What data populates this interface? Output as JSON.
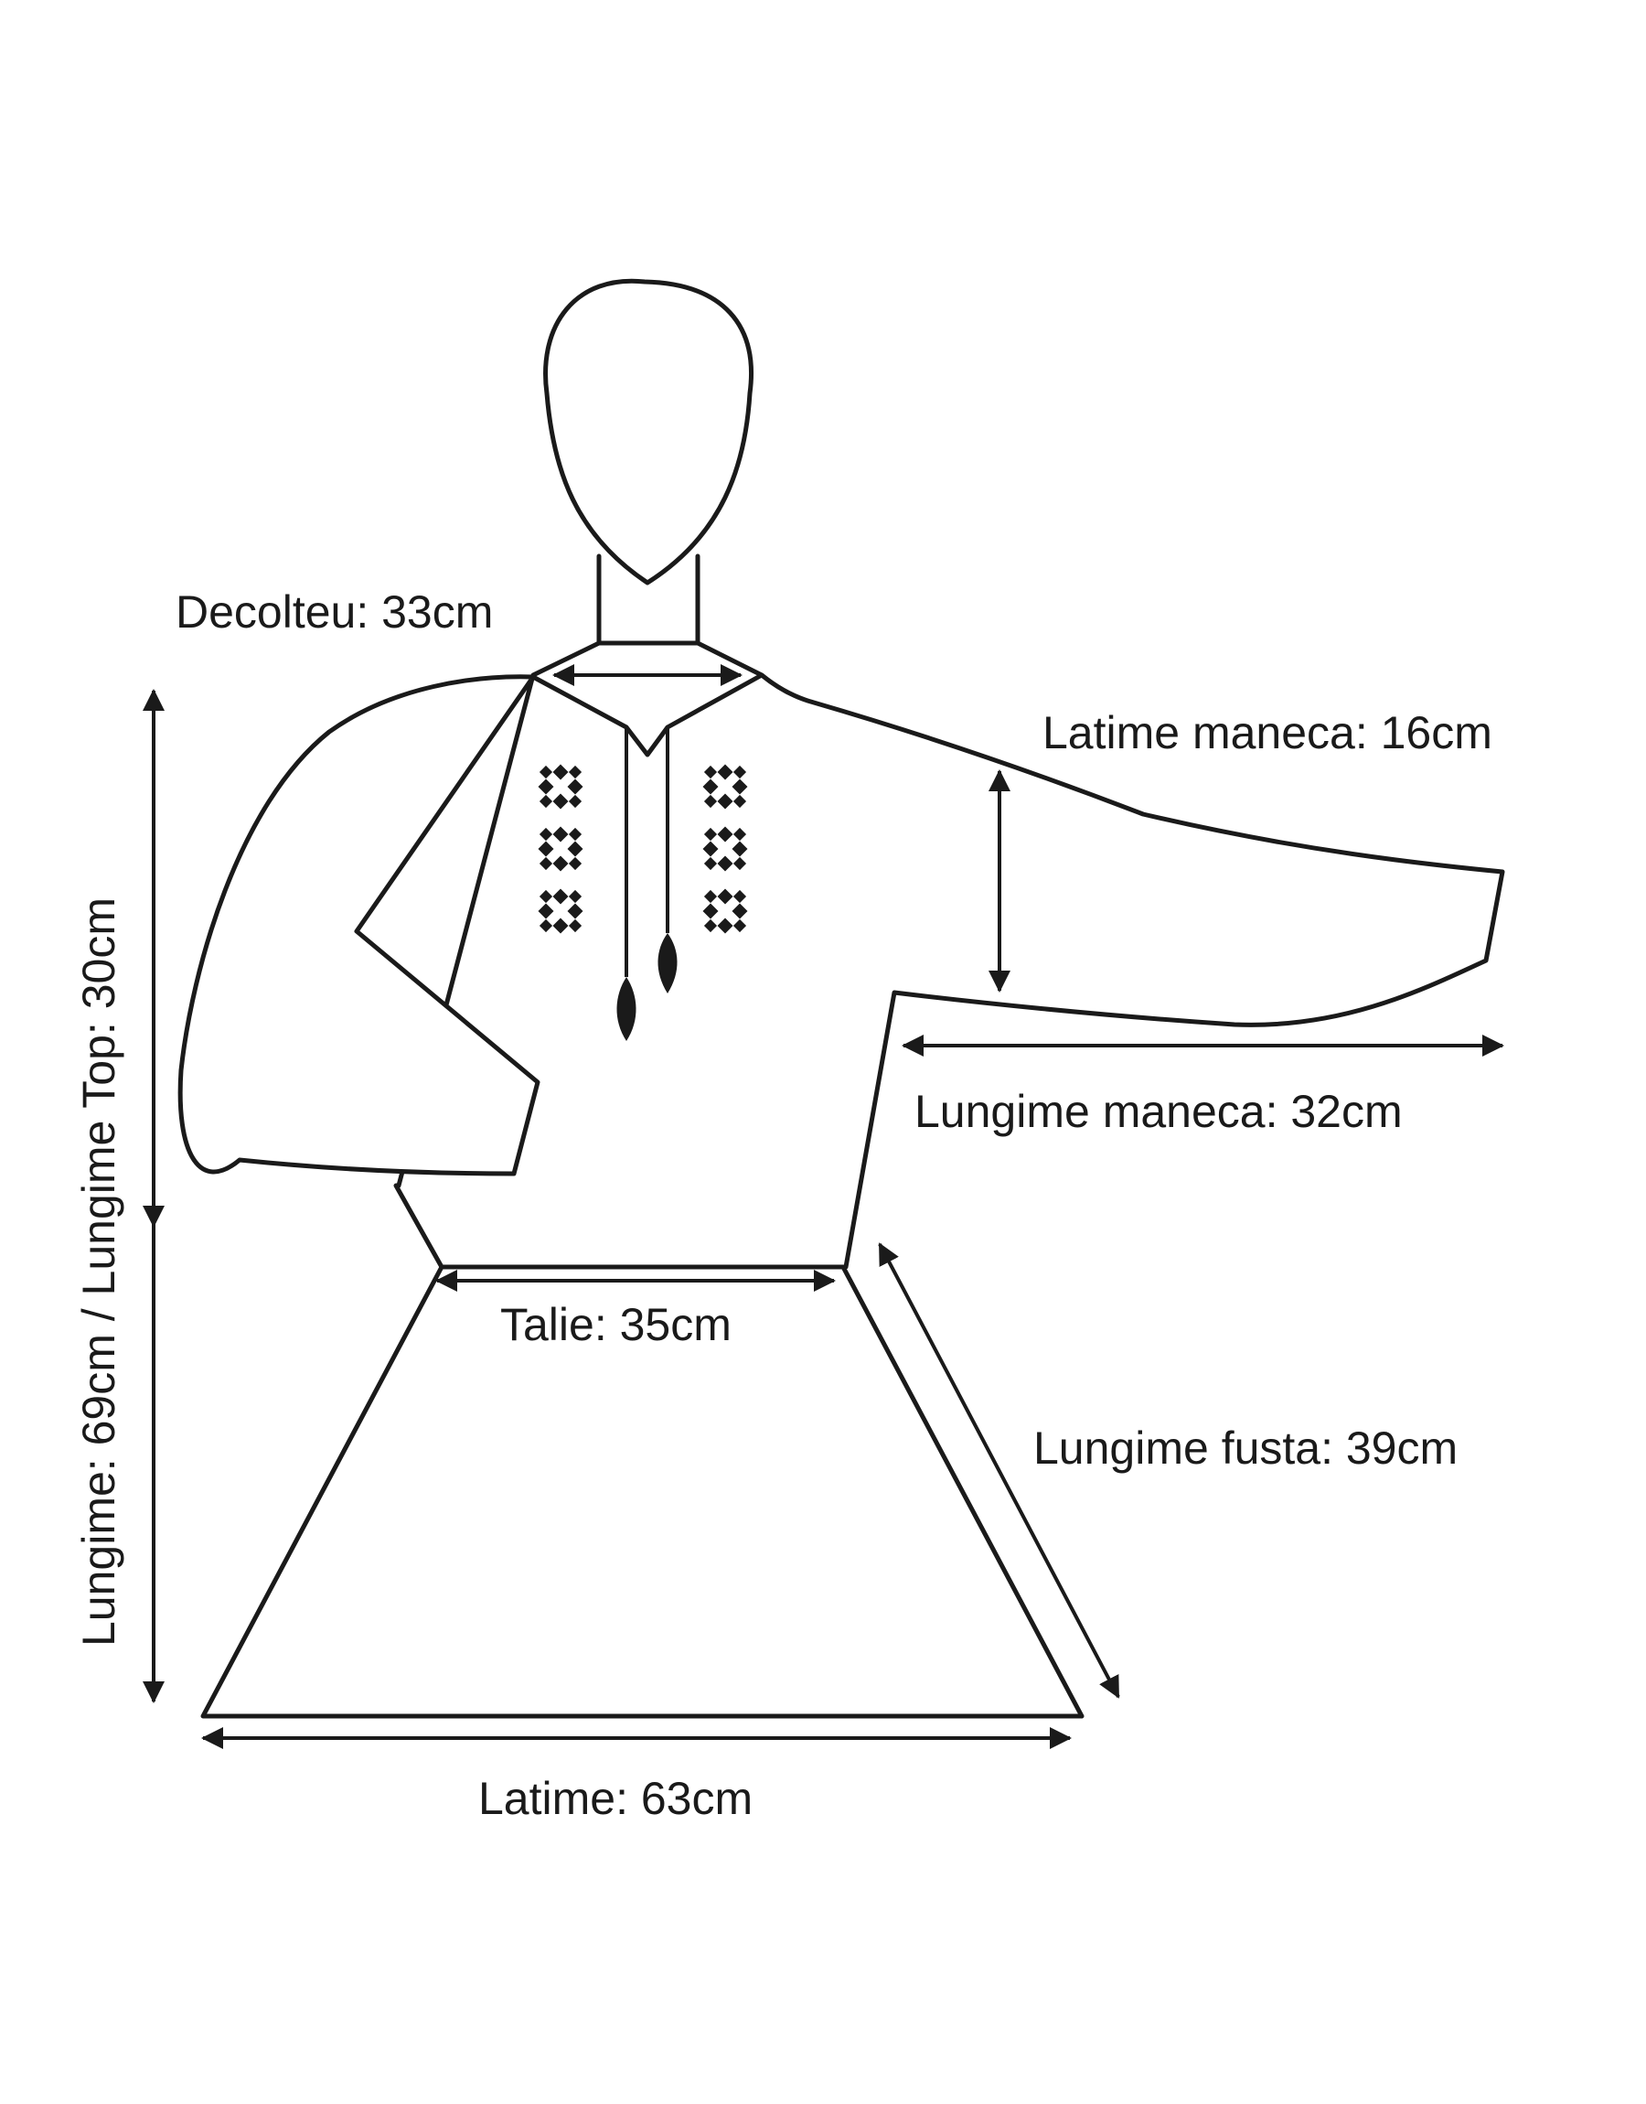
{
  "measurements": {
    "neckline": "Decolteu: 33cm",
    "sleeve_width": "Latime maneca: 16cm",
    "sleeve_length": "Lungime maneca: 32cm",
    "waist": "Talie: 35cm",
    "skirt_length": "Lungime fusta: 39cm",
    "width": "Latime: 63cm",
    "total_length": "Lungime: 69cm / Lungime Top: 30cm"
  },
  "colors": {
    "line": "#1a1a1a",
    "background": "#ffffff"
  }
}
